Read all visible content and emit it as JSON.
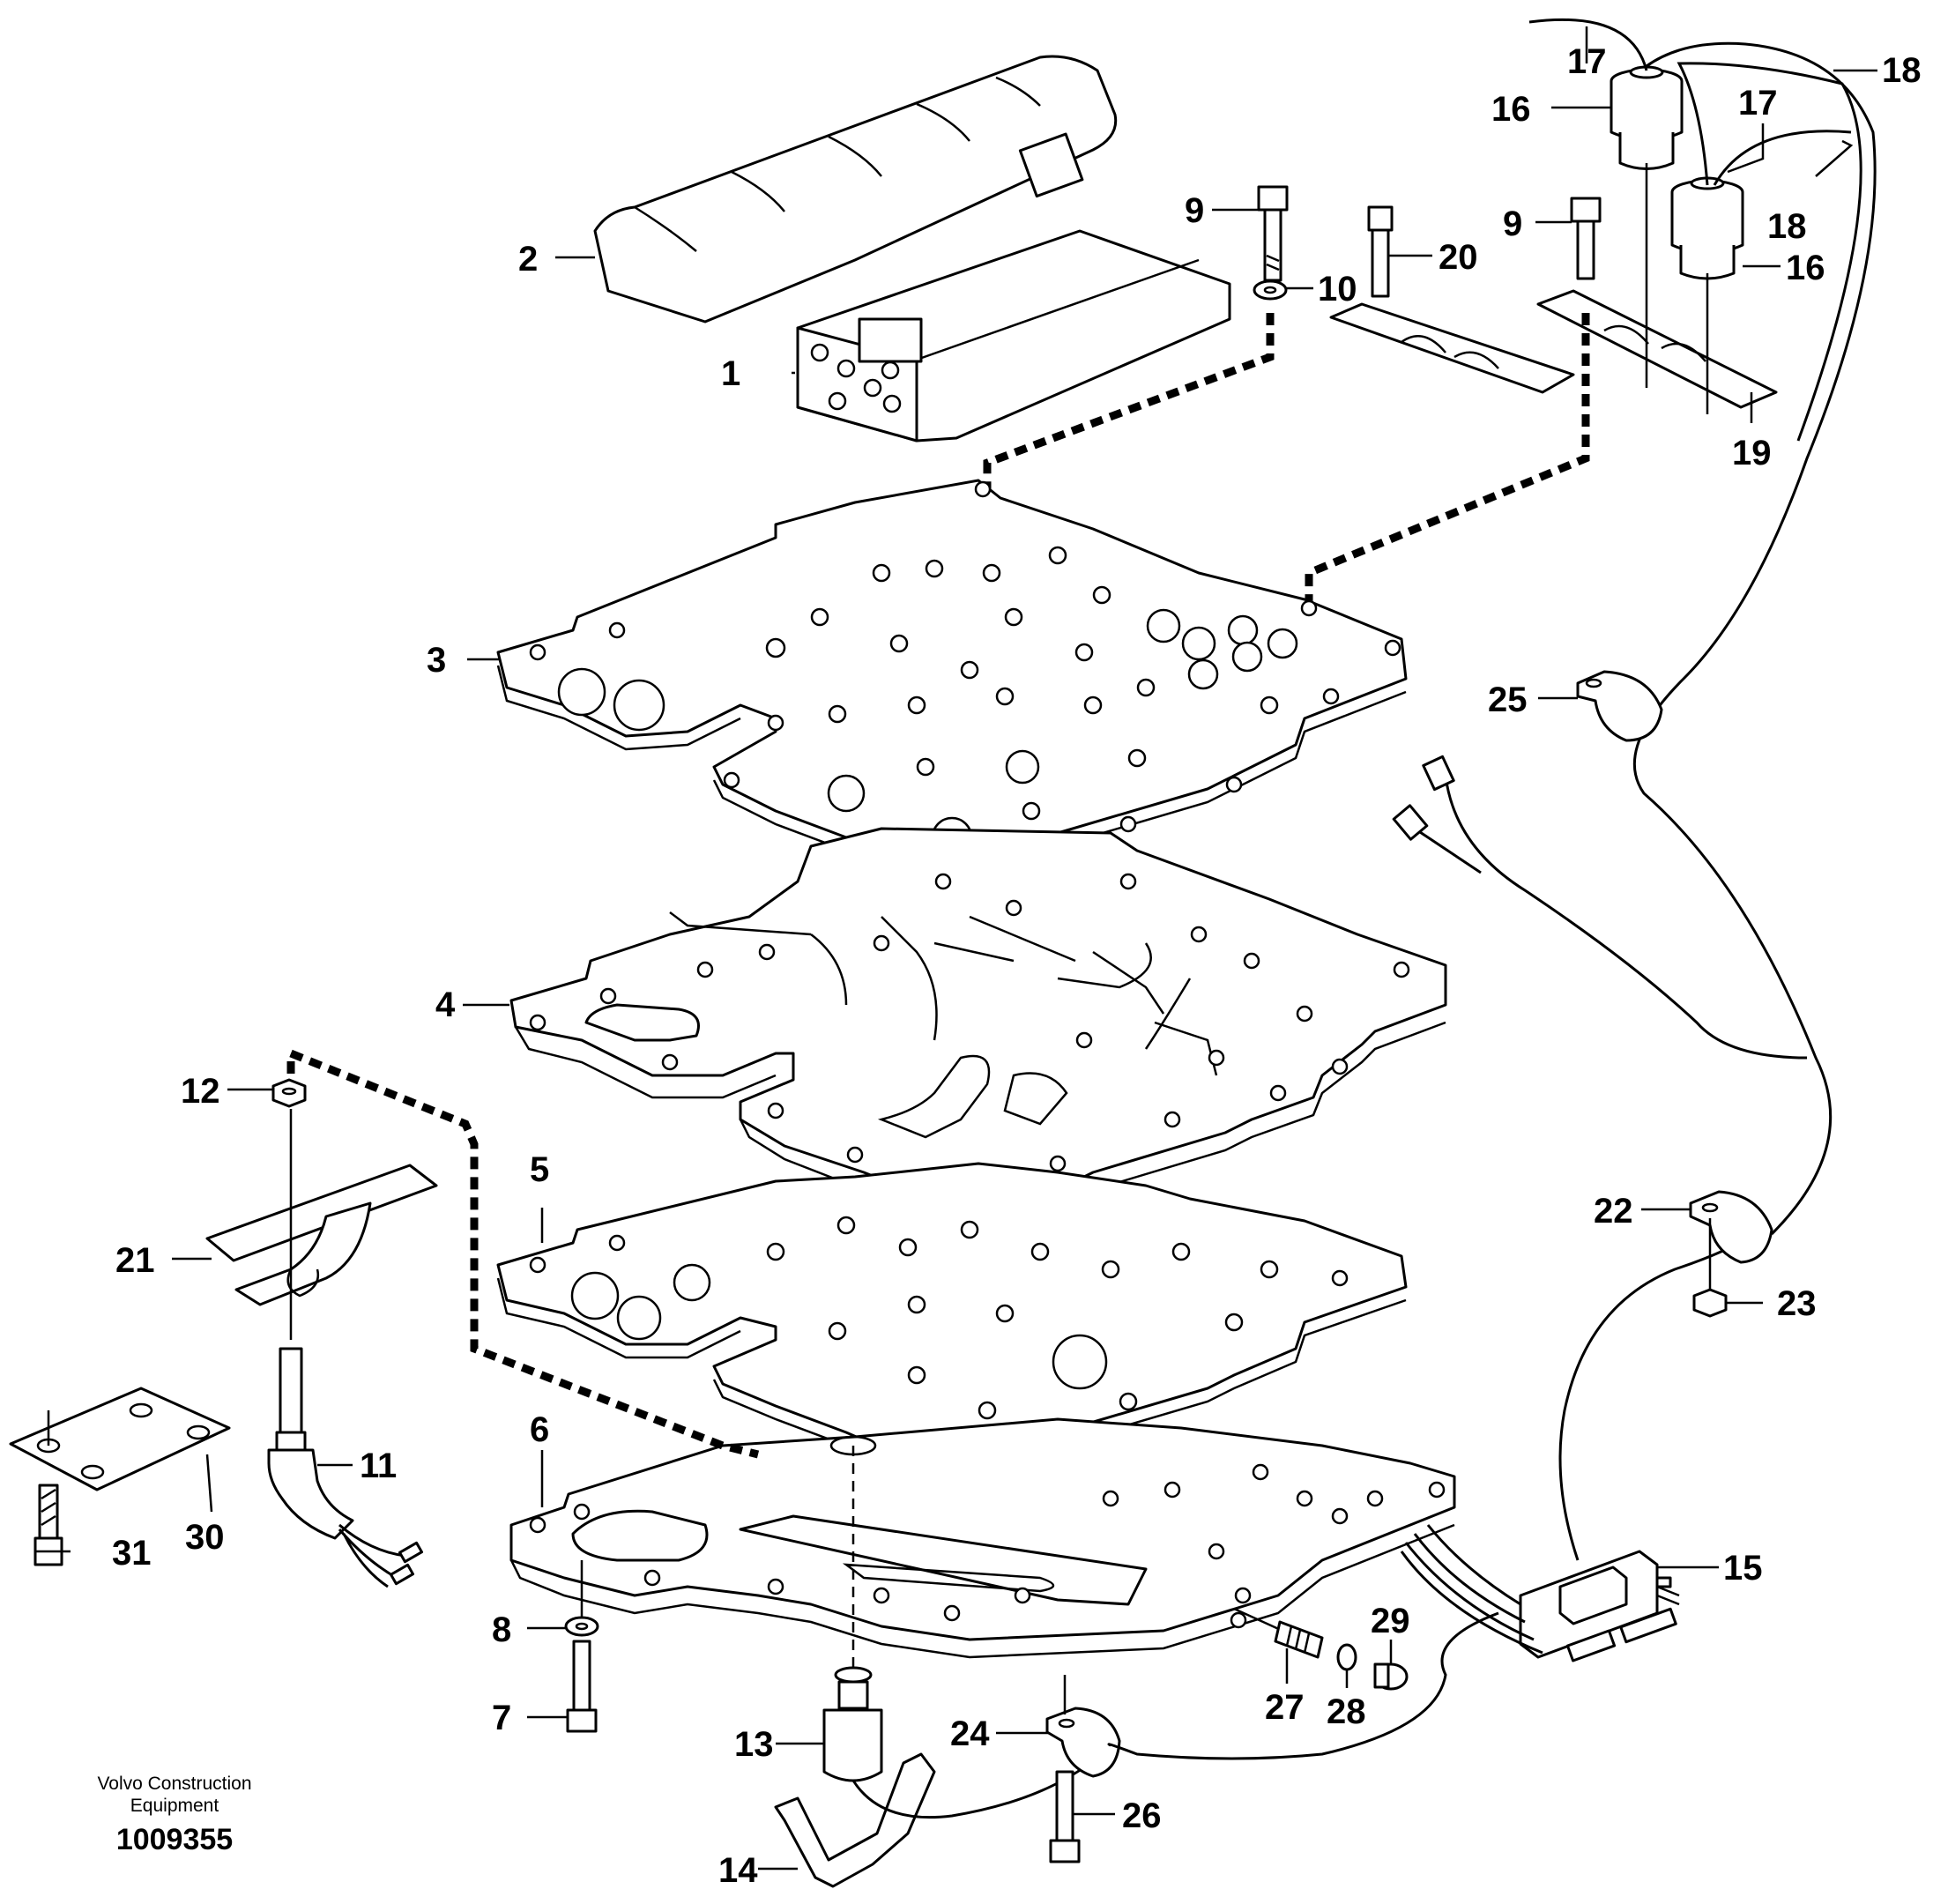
{
  "callouts": {
    "c1": "1",
    "c2": "2",
    "c3": "3",
    "c4": "4",
    "c5": "5",
    "c6": "6",
    "c7": "7",
    "c8": "8",
    "c9a": "9",
    "c9b": "9",
    "c10": "10",
    "c11": "11",
    "c12": "12",
    "c13": "13",
    "c14": "14",
    "c15": "15",
    "c16a": "16",
    "c16b": "16",
    "c17a": "17",
    "c17b": "17",
    "c18a": "18",
    "c18b": "18",
    "c19": "19",
    "c20": "20",
    "c21": "21",
    "c22": "22",
    "c23": "23",
    "c24": "24",
    "c25": "25",
    "c26": "26",
    "c27": "27",
    "c28": "28",
    "c29": "29",
    "c30": "30",
    "c31": "31"
  },
  "footer": {
    "brand_line1": "Volvo Construction",
    "brand_line2": "Equipment",
    "doc_number": "1009355"
  }
}
